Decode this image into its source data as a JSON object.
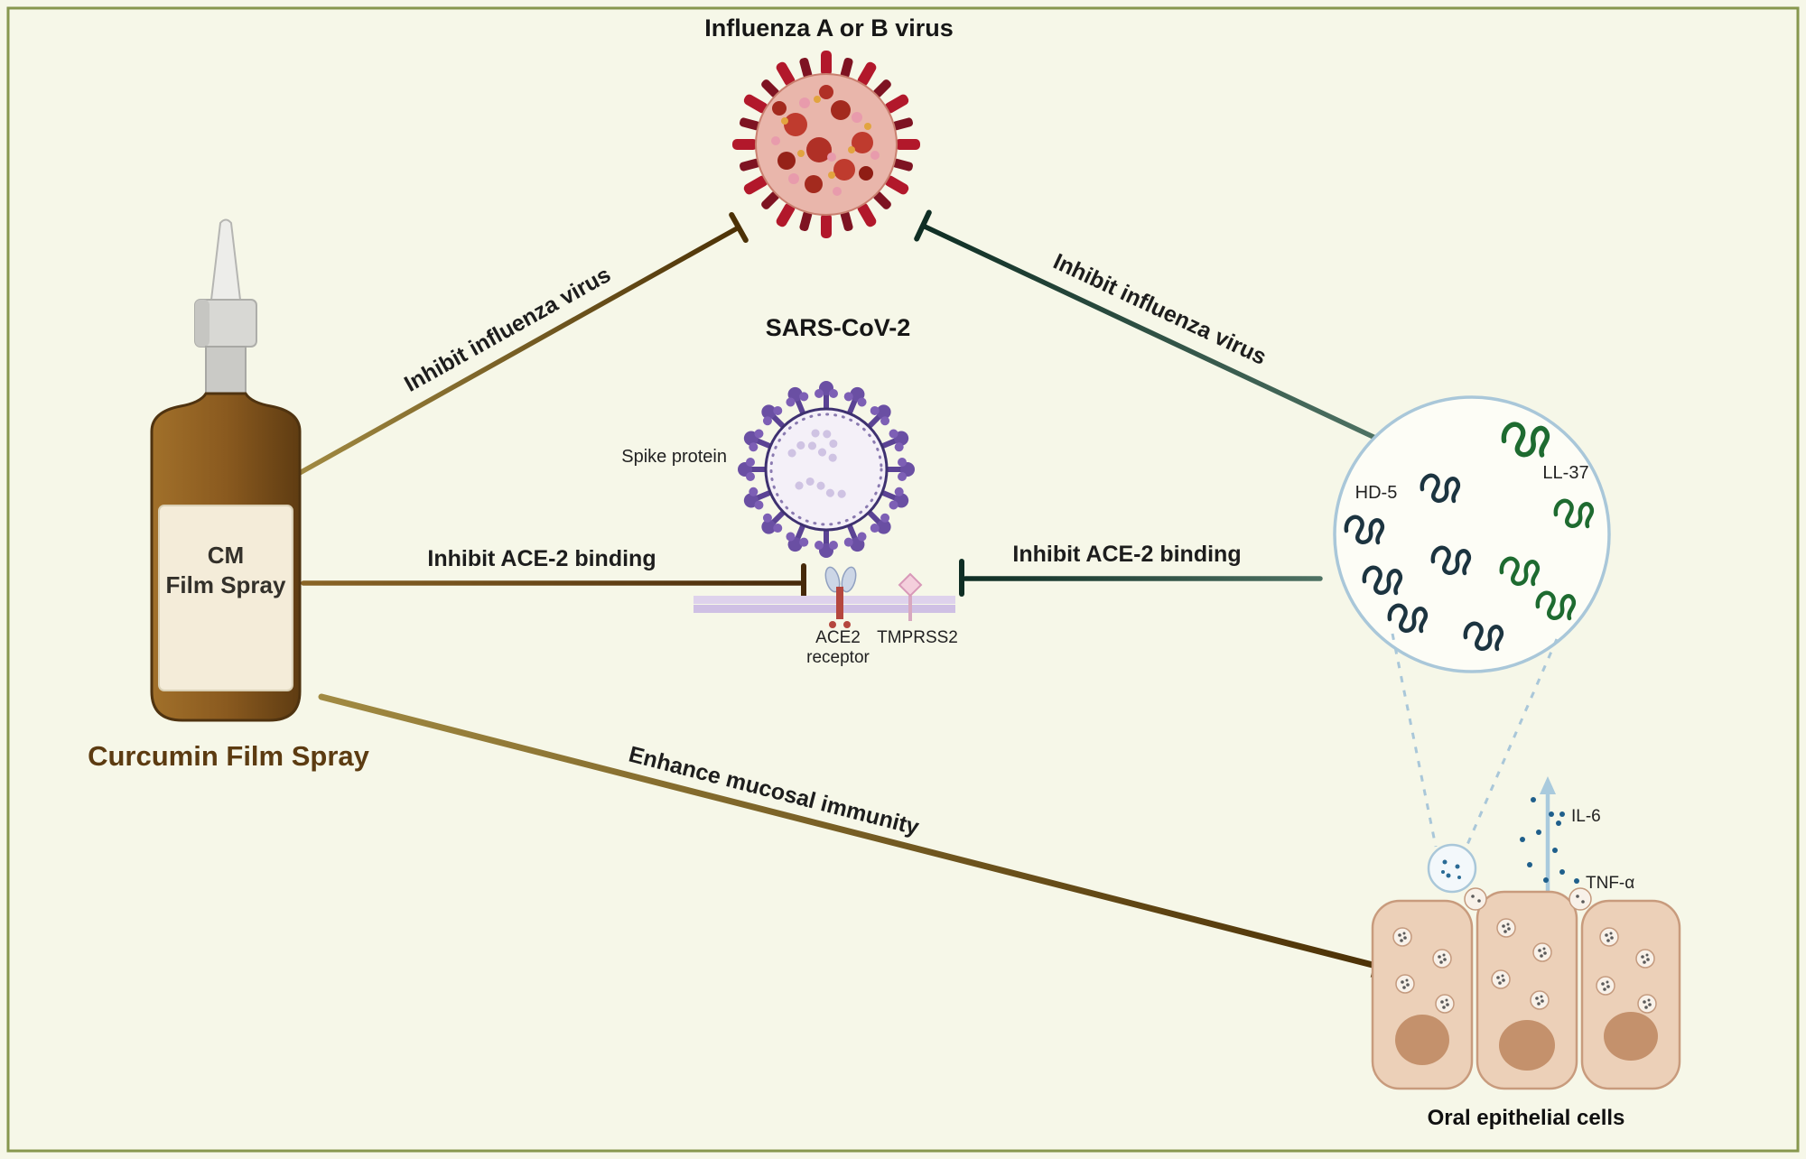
{
  "labels": {
    "influenza_title": "Influenza A or B virus",
    "sars_title": "SARS-CoV-2",
    "spike_protein": "Spike protein",
    "ace2_line1": "ACE2",
    "ace2_line2": "receptor",
    "tmprss2": "TMPRSS2",
    "hd5": "HD-5",
    "ll37": "LL-37",
    "il6": "IL-6",
    "tnf_alpha": "TNF-α",
    "oral_cells": "Oral epithelial cells",
    "bottle_line1": "CM",
    "bottle_line2": "Film Spray",
    "bottle_caption": "Curcumin Film Spray"
  },
  "arrows": {
    "inhibit_influenza_left": {
      "label": "Inhibit influenza virus",
      "color": "#4c3106"
    },
    "inhibit_influenza_right": {
      "label": "Inhibit influenza virus",
      "color": "#0f2e24"
    },
    "inhibit_ace2_left": {
      "label": "Inhibit ACE-2 binding",
      "color": "#46290a"
    },
    "inhibit_ace2_right": {
      "label": "Inhibit ACE-2 binding",
      "color": "#0f2e24"
    },
    "enhance_mucosal": {
      "label": "Enhance mucosal immunity",
      "color": "#4c3106"
    }
  },
  "colors": {
    "background": "#f6f7e8",
    "border_olive": "#87974e",
    "influenza_red": "#b2182b",
    "sars_purple": "#6a4fa3",
    "membrane_lavender": "#ded2ec",
    "bottle_brown": "#8a5a1f",
    "caption_brown": "#5c3b11",
    "hd5_dark": "#1c3440",
    "ll37_green": "#1e6b30",
    "peptide_circle_blue": "#a9c7d9",
    "cell_tan": "#ecd0b8",
    "nucleus_tan": "#c4916c",
    "cytokine_blue": "#1f5f8b"
  }
}
